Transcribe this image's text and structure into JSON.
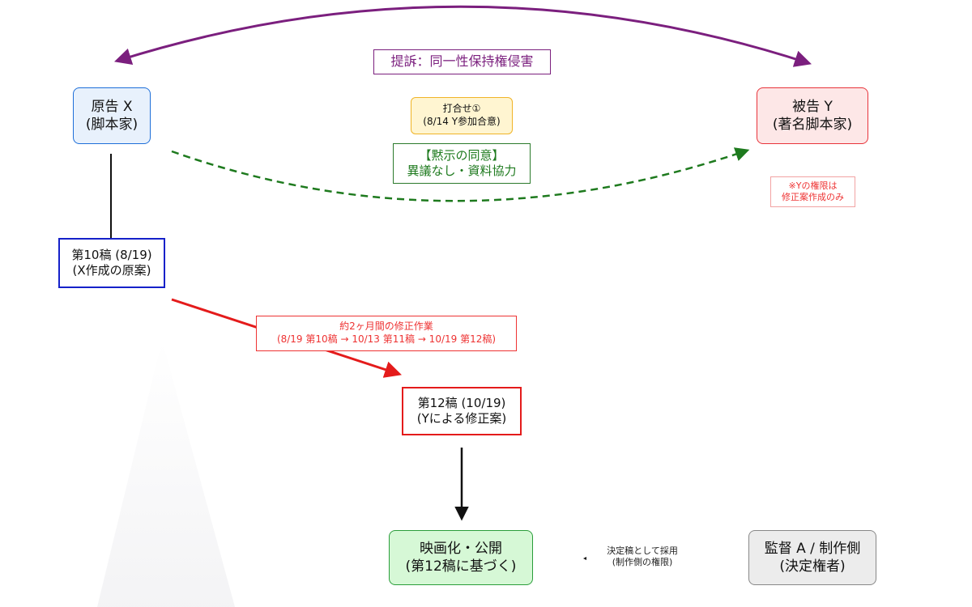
{
  "nodes": {
    "plaintiff": {
      "line1": "原告 X",
      "line2": "(脚本家)"
    },
    "defendant": {
      "line1": "被告 Y",
      "line2": "(著名脚本家)"
    },
    "draft10": {
      "line1": "第10稿 (8/19)",
      "line2": "(X作成の原案)"
    },
    "draft12": {
      "line1": "第12稿 (10/19)",
      "line2": "(Yによる修正案)"
    },
    "film": {
      "line1": "映画化・公開",
      "line2": "(第12稿に基づく)"
    },
    "director": {
      "line1": "監督 A / 制作側",
      "line2": "(決定権者)"
    }
  },
  "labels": {
    "lawsuit": "提訴：同一性保持権侵害",
    "meeting": {
      "line1": "打合せ①",
      "line2": "(8/14 Y参加合意)"
    },
    "tacit": {
      "line1": "【黙示の同意】",
      "line2": "異議なし・資料協力"
    },
    "y_note": {
      "line1": "※Yの権限は",
      "line2": "修正案作成のみ"
    },
    "revision": {
      "line1": "約2ヶ月間の修正作業",
      "line2": "(8/19 第10稿 → 10/13 第11稿 → 10/19 第12稿)"
    },
    "adoption": {
      "line1": "決定稿として採用",
      "line2": "(制作側の権限)"
    }
  },
  "colors": {
    "lawsuit": "#7b1f7e",
    "tacit": "#1e7a1e",
    "revision": "#e41b1b",
    "plaintiff": "#1e6fd9",
    "defendant": "#e8333a",
    "film": "#2a9d3a"
  }
}
